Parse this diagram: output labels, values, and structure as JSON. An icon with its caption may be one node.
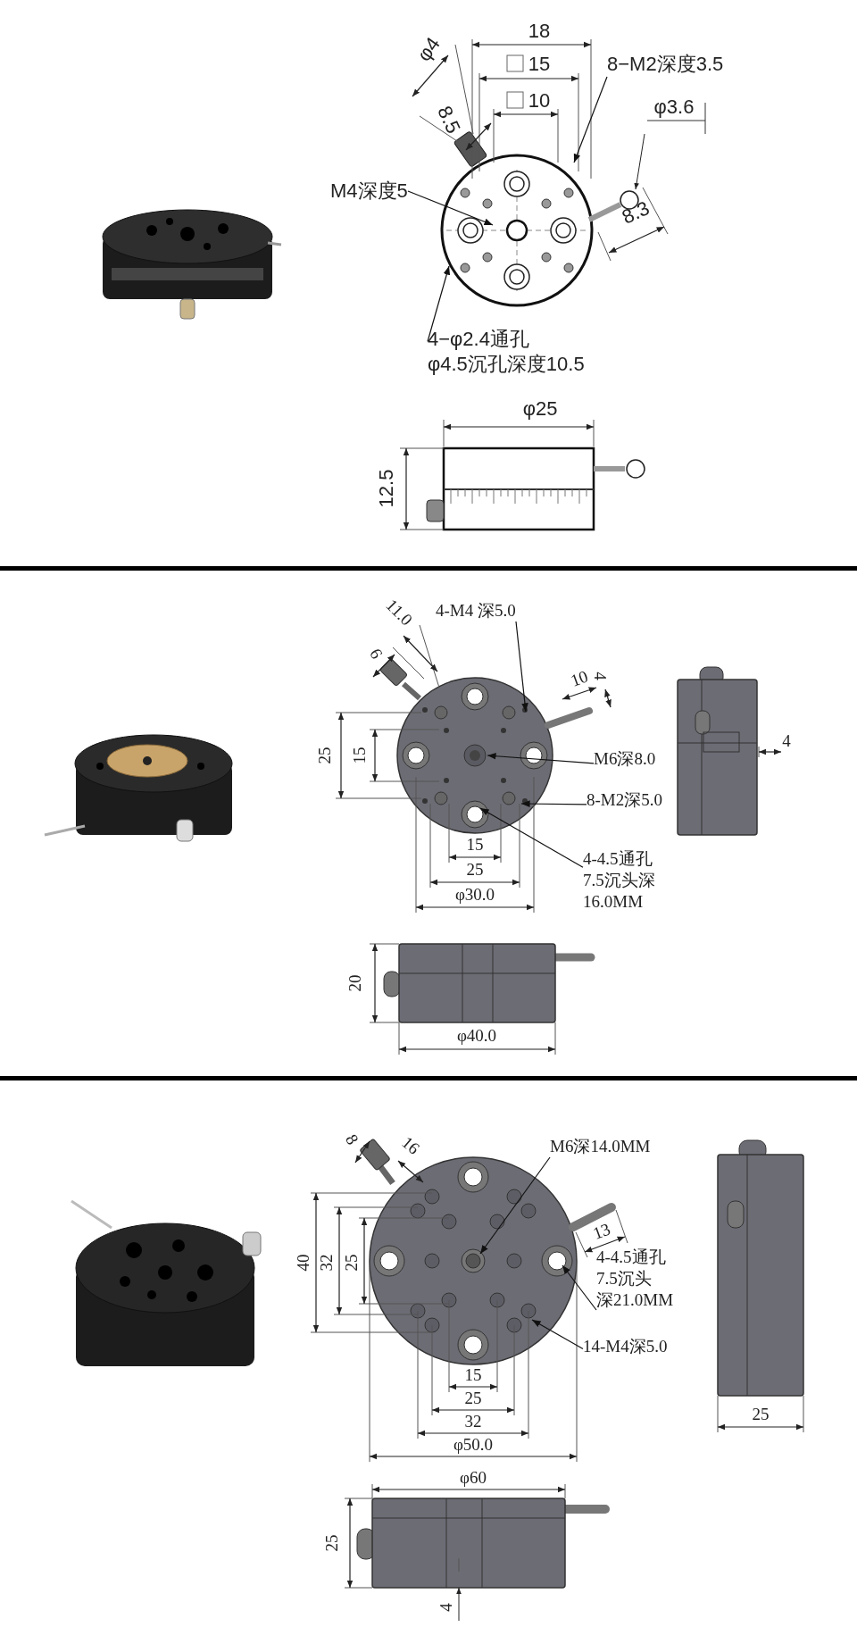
{
  "diagram": {
    "nodes": [
      {
        "text": [
          "8−M2深度3.5"
        ]
      },
      {
        "text": [
          "M4深度5"
        ]
      },
      {
        "text": [
          "4−φ2.4通孔",
          "φ4.5沉孔深度10.5"
        ]
      },
      {
        "text": [
          "4-M4 深5.0"
        ]
      },
      {
        "text": [
          "M6深8.0"
        ]
      },
      {
        "text": [
          "8-M2深5.0"
        ]
      },
      {
        "text": [
          "4-4.5通孔",
          "7.5沉头深",
          "16.0MM"
        ]
      },
      {
        "text": [
          "M6深14.0MM"
        ]
      },
      {
        "text": [
          "4-4.5通孔",
          "7.5沉头",
          "深21.0MM"
        ]
      },
      {
        "text": [
          "14-M4深5.0"
        ]
      }
    ],
    "edges": [
      {
        "from": 0,
        "to": null,
        "arrow": "to"
      },
      {
        "from": 1,
        "to": null,
        "arrow": "to"
      },
      {
        "from": 2,
        "to": null,
        "arrow": "to"
      },
      {
        "from": 3,
        "to": null,
        "arrow": "to"
      },
      {
        "from": 4,
        "to": null,
        "arrow": "to"
      },
      {
        "from": 5,
        "to": null,
        "arrow": "to"
      },
      {
        "from": 6,
        "to": null,
        "arrow": "to"
      },
      {
        "from": 7,
        "to": null,
        "arrow": "to"
      },
      {
        "from": 8,
        "to": null,
        "arrow": "to"
      },
      {
        "from": 9,
        "to": null,
        "arrow": "to"
      }
    ],
    "labels": [
      "18",
      "φ4",
      "15",
      "10",
      "φ3.6",
      "8.5",
      "8.3",
      "φ25",
      "12.5",
      "11.0",
      "6",
      "10",
      "4",
      "25",
      "15",
      "4",
      "15",
      "25",
      "φ30.0",
      "20",
      "φ40.0",
      "8",
      "16",
      "13",
      "40",
      "32",
      "25",
      "15",
      "25",
      "32",
      "φ50.0",
      "25",
      "φ60",
      "25",
      "4"
    ]
  }
}
